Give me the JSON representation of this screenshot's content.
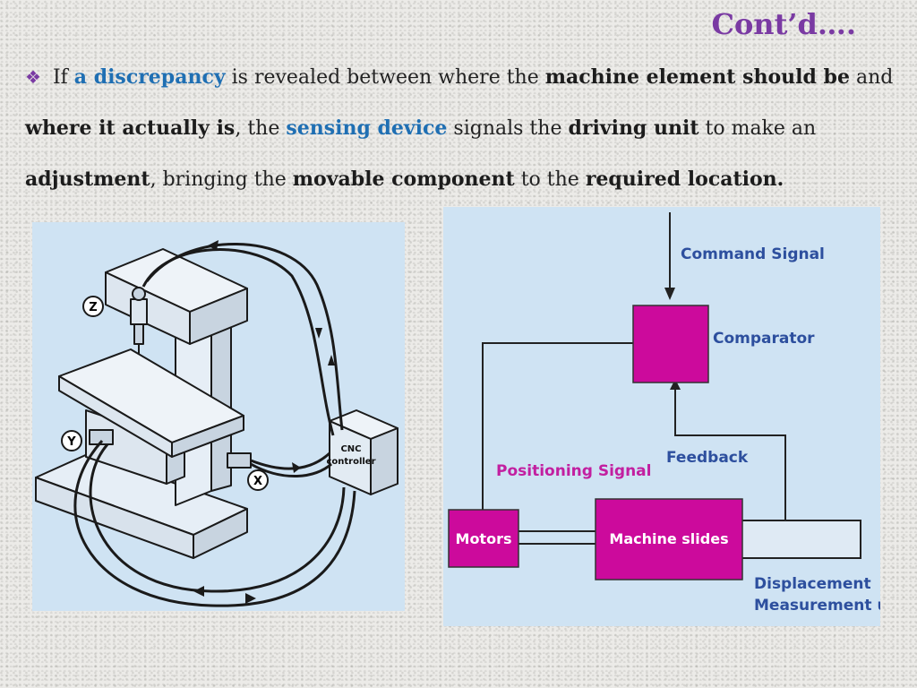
{
  "slide": {
    "title": "Cont’d…."
  },
  "paragraph": {
    "bullet_icon": "diamond-bullet-icon",
    "s1": "If",
    "s2": "a discrepancy",
    "s3": "is revealed between where the",
    "s4": "machine element should be",
    "s5": "and",
    "s6": "where it actually is",
    "s7": ", the",
    "s8": "sensing device",
    "s9": "signals the",
    "s10": "driving unit",
    "s11": "to make an",
    "s12": "adjustment",
    "s13": ", bringing the",
    "s14": "movable component",
    "s15": "to the",
    "s16": "required location."
  },
  "machine_diagram": {
    "axis_z": "Z",
    "axis_y": "Y",
    "axis_x": "X",
    "controller_line1": "CNC",
    "controller_line2": "controller"
  },
  "block_diagram": {
    "command_signal": "Command Signal",
    "comparator": "Comparator",
    "feedback": "Feedback",
    "positioning_signal": "Positioning Signal",
    "motors": "Motors",
    "machine_slides": "Machine slides",
    "displacement_line1": "Displacement",
    "displacement_line2": "Measurement unit"
  },
  "colors": {
    "title": "#7a3aa3",
    "highlight": "#1f6fb3",
    "block_fill": "#cc0a9c",
    "panel_bg": "#cfe3f3",
    "label_text": "#2d4f9e"
  }
}
